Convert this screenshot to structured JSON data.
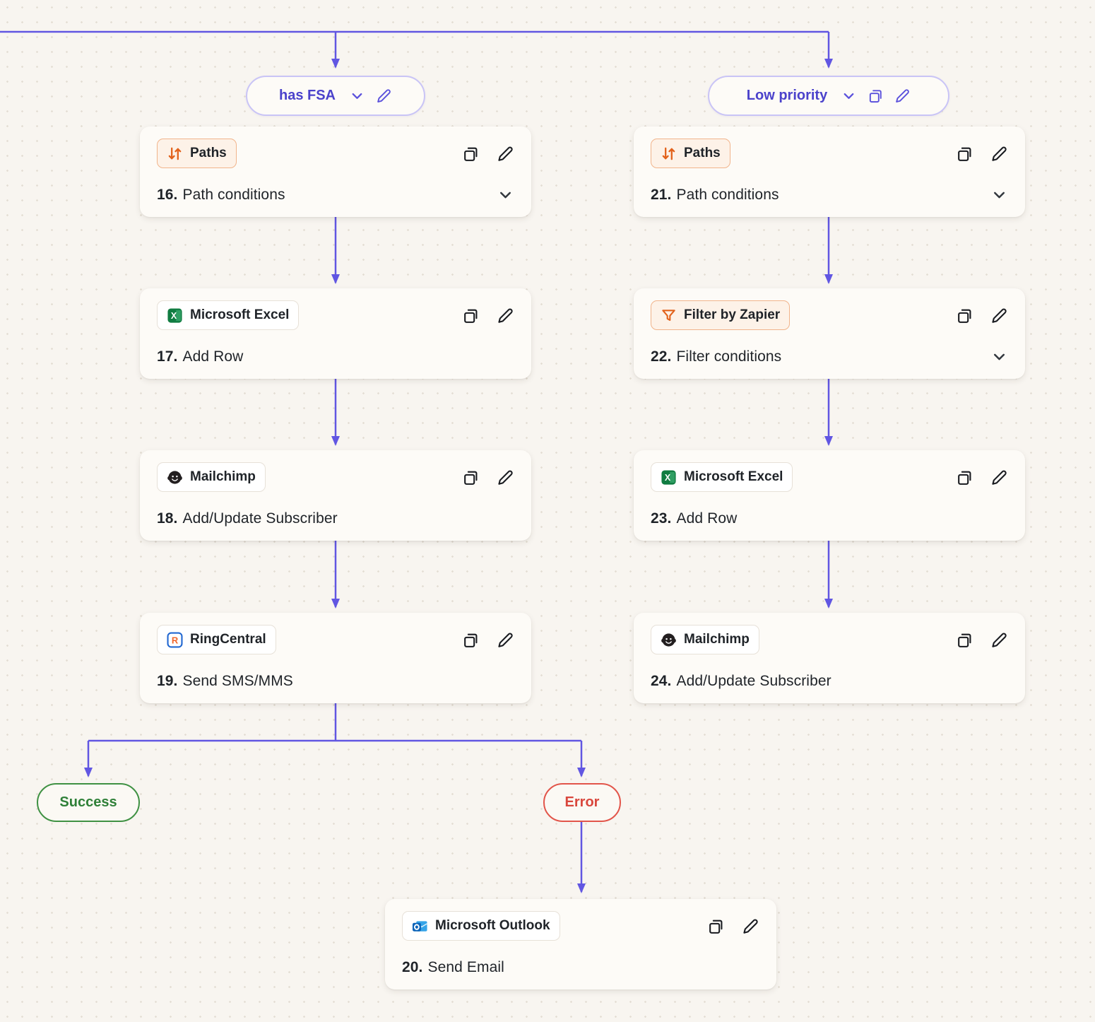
{
  "colors": {
    "accent": "#6156e2",
    "badge_orange_border": "#f1b48b",
    "badge_orange_bg": "#fdf2e8",
    "success": "#2f8038",
    "error": "#d9473d",
    "canvas_bg": "#f8f5f0",
    "card_bg": "#fdfbf7"
  },
  "branches": {
    "left": {
      "label": "has FSA"
    },
    "right": {
      "label": "Low priority"
    }
  },
  "steps": {
    "s16": {
      "number": "16.",
      "title": "Path conditions",
      "app": "Paths"
    },
    "s17": {
      "number": "17.",
      "title": "Add Row",
      "app": "Microsoft Excel"
    },
    "s18": {
      "number": "18.",
      "title": "Add/Update Subscriber",
      "app": "Mailchimp"
    },
    "s19": {
      "number": "19.",
      "title": "Send SMS/MMS",
      "app": "RingCentral"
    },
    "s20": {
      "number": "20.",
      "title": "Send Email",
      "app": "Microsoft Outlook"
    },
    "s21": {
      "number": "21.",
      "title": "Path conditions",
      "app": "Paths"
    },
    "s22": {
      "number": "22.",
      "title": "Filter conditions",
      "app": "Filter by Zapier"
    },
    "s23": {
      "number": "23.",
      "title": "Add Row",
      "app": "Microsoft Excel"
    },
    "s24": {
      "number": "24.",
      "title": "Add/Update Subscriber",
      "app": "Mailchimp"
    }
  },
  "terminals": {
    "success": "Success",
    "error": "Error"
  },
  "icons": {
    "copy": "copy-icon",
    "edit": "pencil-icon",
    "expand": "chevron-down-icon",
    "paths_badge": "split-arrows-icon",
    "filter_badge": "funnel-icon",
    "excel_badge": "excel-icon",
    "mailchimp_badge": "mailchimp-icon",
    "ringcentral_badge": "ringcentral-icon",
    "outlook_badge": "outlook-icon"
  }
}
